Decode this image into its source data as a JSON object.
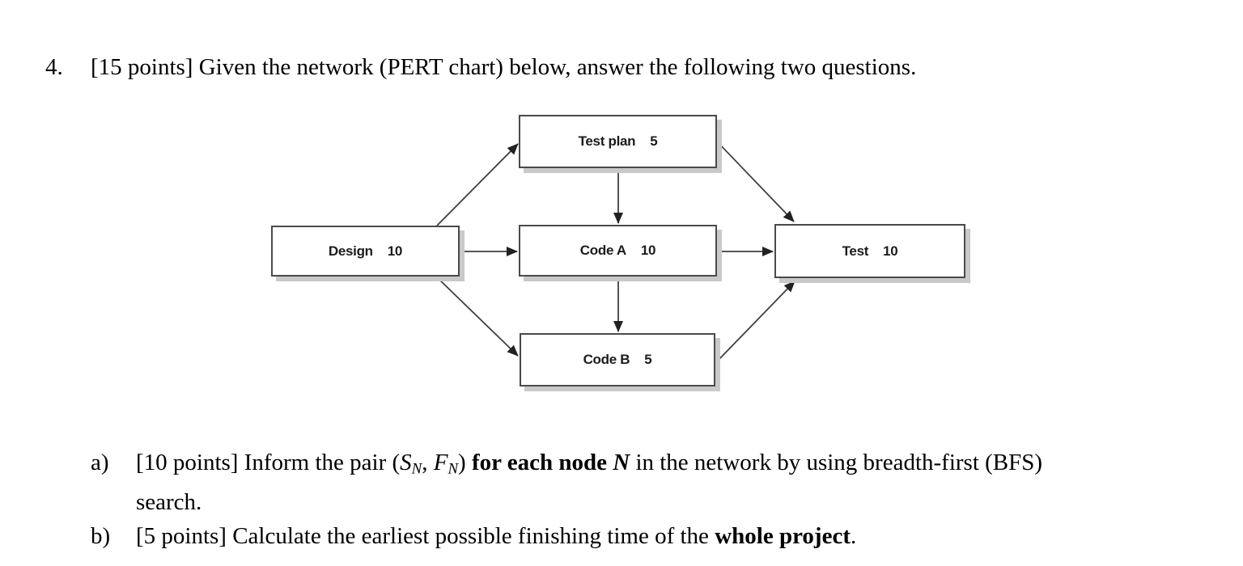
{
  "question": {
    "number": "4.",
    "text": "[15 points] Given the network (PERT chart) below, answer the following two questions."
  },
  "diagram": {
    "type": "pert-network",
    "colors": {
      "box_background": "#ffffff",
      "box_border": "#4a4a4a",
      "box_shadow": "#c9c9c9",
      "arrow": "#3f3f3f",
      "label_text": "#1c1c1c"
    },
    "nodes": [
      {
        "id": "test-plan",
        "label": "Test plan",
        "duration": "5"
      },
      {
        "id": "design",
        "label": "Design",
        "duration": "10"
      },
      {
        "id": "code-a",
        "label": "Code A",
        "duration": "10"
      },
      {
        "id": "test",
        "label": "Test",
        "duration": "10"
      },
      {
        "id": "code-b",
        "label": "Code B",
        "duration": "5"
      }
    ],
    "edges": [
      {
        "from": "Design",
        "to": "Test plan"
      },
      {
        "from": "Design",
        "to": "Code A"
      },
      {
        "from": "Design",
        "to": "Code B"
      },
      {
        "from": "Test plan",
        "to": "Code A"
      },
      {
        "from": "Test plan",
        "to": "Test"
      },
      {
        "from": "Code A",
        "to": "Test"
      },
      {
        "from": "Code A",
        "to": "Code B"
      },
      {
        "from": "Code B",
        "to": "Test"
      }
    ]
  },
  "subquestions": {
    "a": {
      "marker": "a)",
      "pre": "[10 points] Inform the pair (",
      "s_var": "S",
      "s_sub": "N",
      "separator": ", ",
      "f_var": "F",
      "f_sub": "N",
      "close_paren": ") ",
      "bold_text": "for each node ",
      "bold_var": "N",
      "post_line1": " in the network by using breadth-first (BFS)",
      "post_line2": "search."
    },
    "b": {
      "marker": "b)",
      "pre": "[5 points] Calculate the earliest possible finishing time of the ",
      "bold_text": "whole project",
      "post": "."
    }
  }
}
